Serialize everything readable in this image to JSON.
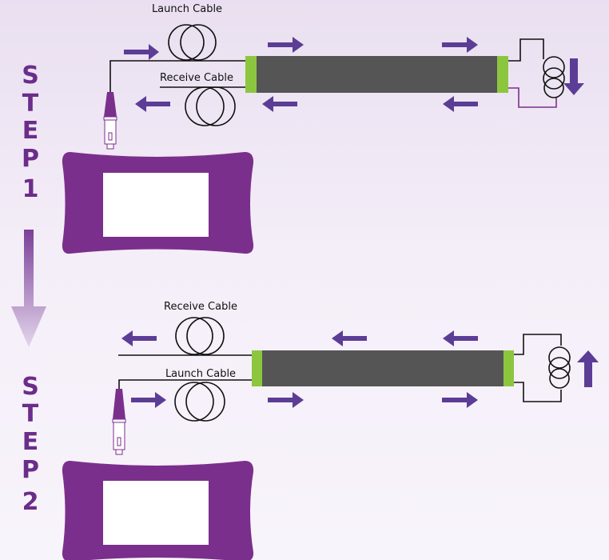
{
  "step1": {
    "title_letters": [
      "S",
      "T",
      "E",
      "P",
      "1"
    ],
    "launch_label": "Launch Cable",
    "receive_label": "Receive Cable",
    "reel_direction": "down"
  },
  "step2": {
    "title_letters": [
      "S",
      "T",
      "E",
      "P",
      "2"
    ],
    "receive_label": "Receive Cable",
    "launch_label": "Launch Cable",
    "reel_direction": "up"
  },
  "colors": {
    "purple": "#7b2f8c",
    "arrow": "#5c3d96",
    "cable": "#555555",
    "connector": "#8cc63f",
    "wire": "#111111"
  }
}
